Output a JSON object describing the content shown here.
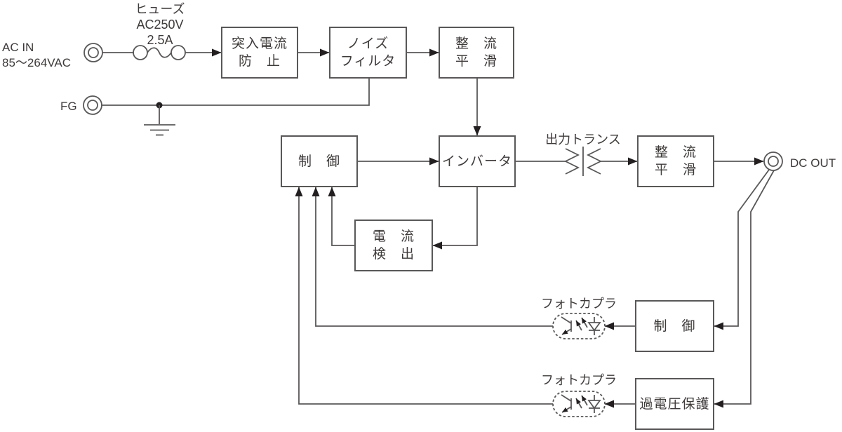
{
  "colors": {
    "background": "#ffffff",
    "line": "#595757",
    "text": "#3e3a39",
    "arrow": "#231f20"
  },
  "terminals": {
    "ac_in_line1": "AC IN",
    "ac_in_line2": "85〜264VAC",
    "fg": "FG",
    "dc_out": "DC OUT"
  },
  "fuse": {
    "line1": "ヒューズ",
    "line2": "AC250V",
    "line3": "2.5A"
  },
  "transformer_label": "出力トランス",
  "photocoupler1_label": "フォトカプラ",
  "photocoupler2_label": "フォトカプラ",
  "blocks": {
    "inrush": {
      "line1": "突入電流",
      "line2": "防　止"
    },
    "noise_filter": {
      "line1": "ノイズ",
      "line2": "フィルタ"
    },
    "rectify_smooth_input": {
      "line1": "整　流",
      "line2": "平　滑"
    },
    "control_primary": {
      "line1": "制　御"
    },
    "inverter": {
      "line1": "インバータ"
    },
    "rectify_smooth_output": {
      "line1": "整　流",
      "line2": "平　滑"
    },
    "current_detect": {
      "line1": "電　流",
      "line2": "検　出"
    },
    "control_secondary": {
      "line1": "制　御"
    },
    "overvoltage_protection": {
      "line1": "過電圧保護"
    }
  }
}
